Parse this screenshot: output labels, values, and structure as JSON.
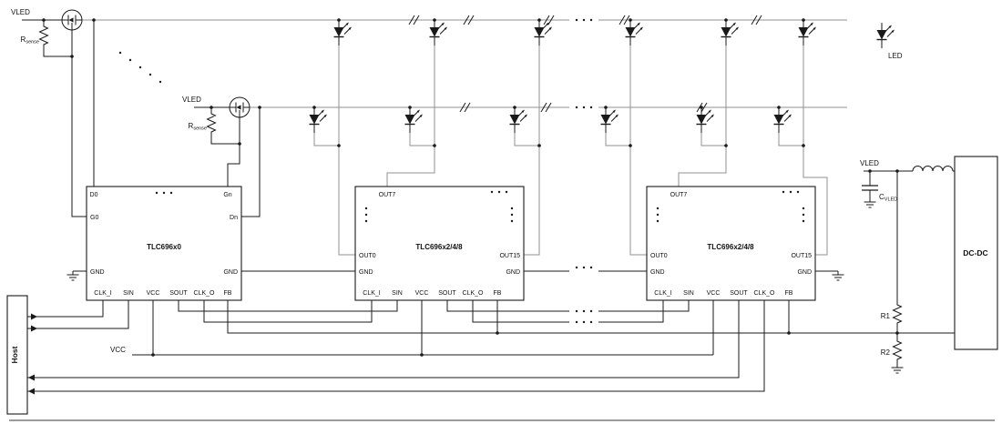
{
  "colors": {
    "wire": "#1a1a1a",
    "matrix_net": "#909090",
    "background": "#ffffff"
  },
  "labels": {
    "vled": "VLED",
    "vcc": "VCC",
    "led_legend": "LED",
    "r1": "R1",
    "r2": "R2",
    "rsense": {
      "sym": "R",
      "sub": "sense"
    },
    "cvled": {
      "sym": "C",
      "sub": "VLED"
    }
  },
  "host": {
    "label": "Host"
  },
  "dcdc": {
    "label": "DC-DC"
  },
  "chips": {
    "chip1": {
      "title": "TLC696x0",
      "pin_d0": "D0",
      "pin_gn": "Gn",
      "pin_g0": "G0",
      "pin_dn": "Dn",
      "pin_gnd": "GND",
      "pin_clk_i": "CLK_I",
      "pin_sin": "SIN",
      "pin_vcc": "VCC",
      "pin_sout": "SOUT",
      "pin_clk_o": "CLK_O",
      "pin_fb": "FB"
    },
    "chip2": {
      "title": "TLC696x2/4/8",
      "pin_out7": "OUT7",
      "pin_out0": "OUT0",
      "pin_out15": "OUT15",
      "pin_gnd": "GND",
      "pin_clk_i": "CLK_I",
      "pin_sin": "SIN",
      "pin_vcc": "VCC",
      "pin_sout": "SOUT",
      "pin_clk_o": "CLK_O",
      "pin_fb": "FB"
    },
    "chip3": {
      "title": "TLC696x2/4/8",
      "pin_out7": "OUT7",
      "pin_out0": "OUT0",
      "pin_out15": "OUT15",
      "pin_gnd": "GND",
      "pin_clk_i": "CLK_I",
      "pin_sin": "SIN",
      "pin_vcc": "VCC",
      "pin_sout": "SOUT",
      "pin_clk_o": "CLK_O",
      "pin_fb": "FB"
    }
  }
}
